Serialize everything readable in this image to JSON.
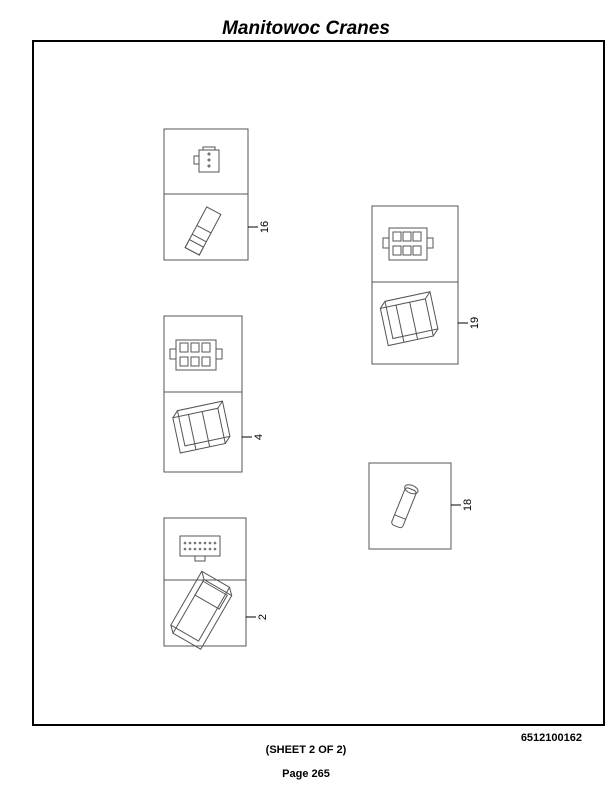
{
  "header": {
    "title": "Manitowoc Cranes"
  },
  "callouts": [
    "16",
    "19",
    "4",
    "18",
    "2"
  ],
  "footer": {
    "doc_number": "6512100162",
    "sheet": "(SHEET 2 OF 2)",
    "page": "Page 265"
  }
}
